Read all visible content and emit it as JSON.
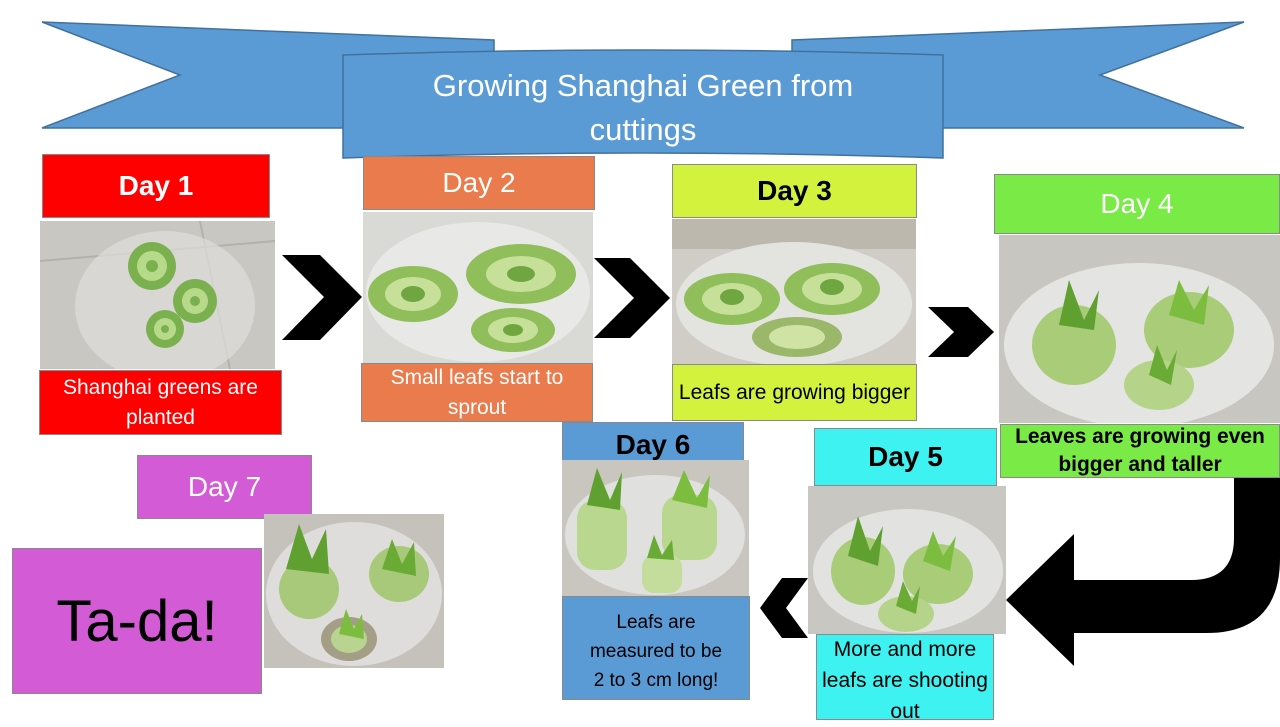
{
  "title": "Growing Shanghai Green from cuttings",
  "colors": {
    "banner": "#5b9bd5",
    "day1": "#ff0000",
    "day2": "#e97b4c",
    "day3": "#d3f23d",
    "day4": "#79ea46",
    "day5": "#3ef2f2",
    "day6": "#5b9bd5",
    "day7": "#d35bd5",
    "arrow": "#000000"
  },
  "days": [
    {
      "label": "Day 1",
      "caption": "Shanghai greens are planted"
    },
    {
      "label": "Day 2",
      "caption": "Small leafs start to sprout"
    },
    {
      "label": "Day 3",
      "caption": "Leafs are growing bigger"
    },
    {
      "label": "Day  4",
      "caption": "Leaves are growing even bigger and taller"
    },
    {
      "label": "Day 5",
      "caption": "More and more leafs are shooting out"
    },
    {
      "label": "Day 6",
      "caption": "Leafs are measured to be 2 to 3 cm long!"
    },
    {
      "label": "Day 7",
      "caption": "Ta-da!"
    }
  ]
}
